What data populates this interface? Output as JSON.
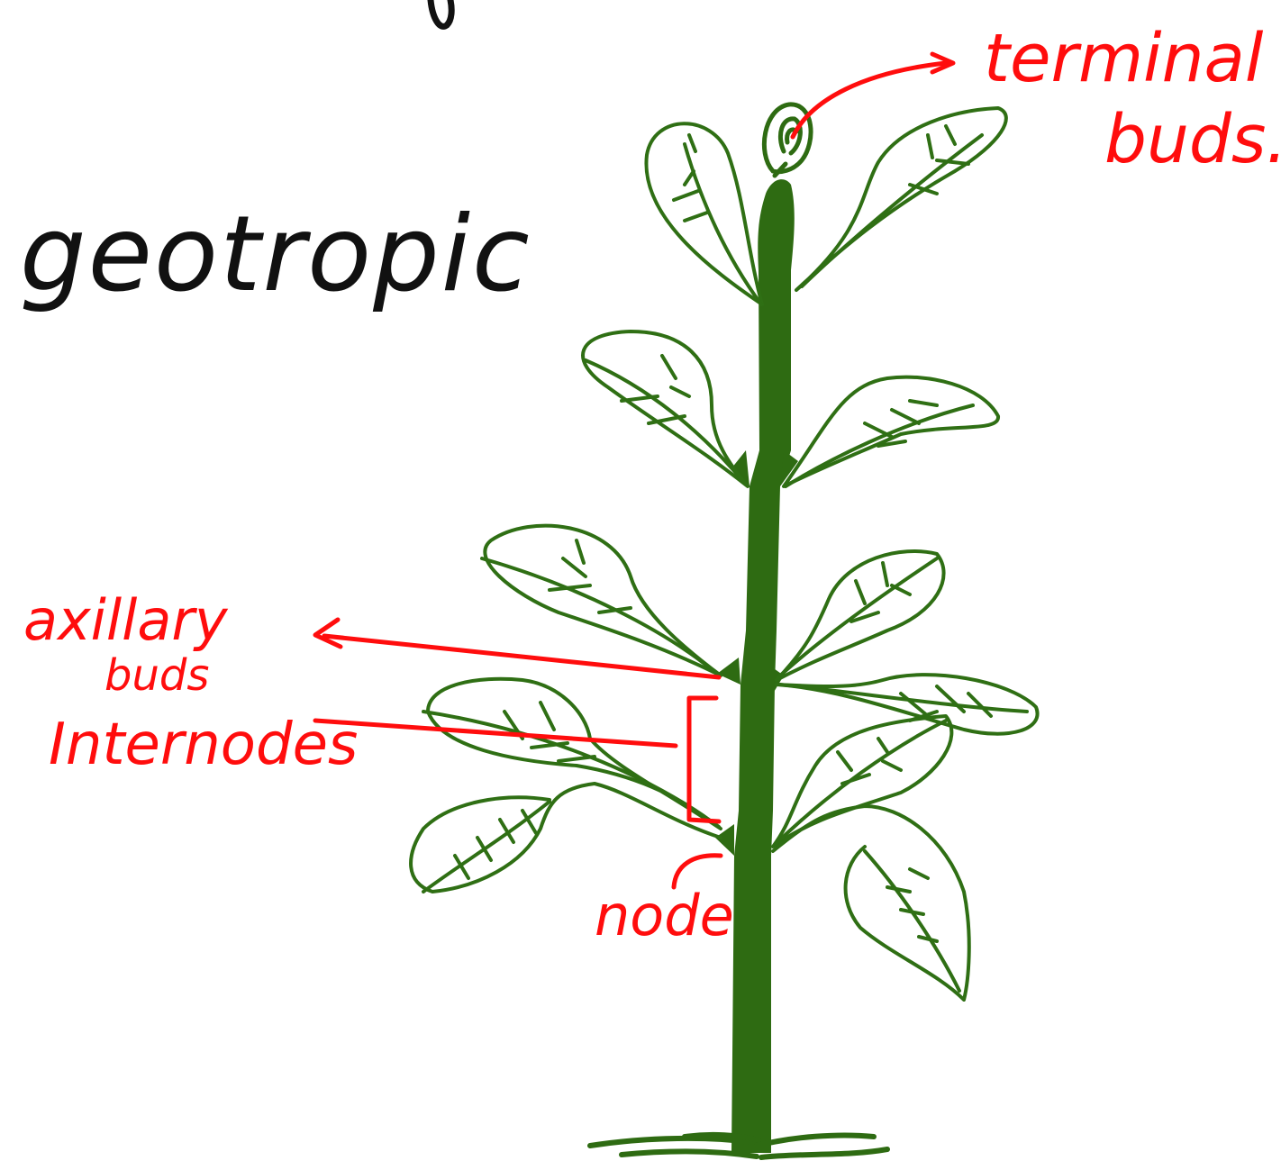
{
  "title_fragment": "geotropic",
  "title_dot": ".",
  "labels": {
    "terminal_line1": "terminal",
    "terminal_line2": "buds.",
    "axillary_line1": "axillary",
    "axillary_line2": "buds",
    "internodes": "Internodes",
    "node": "node"
  },
  "colors": {
    "stem": "#2e6b12",
    "leaf": "#2f6f14",
    "annotation": "#ff0d0d",
    "ink": "#111111",
    "background": "#ffffff"
  }
}
